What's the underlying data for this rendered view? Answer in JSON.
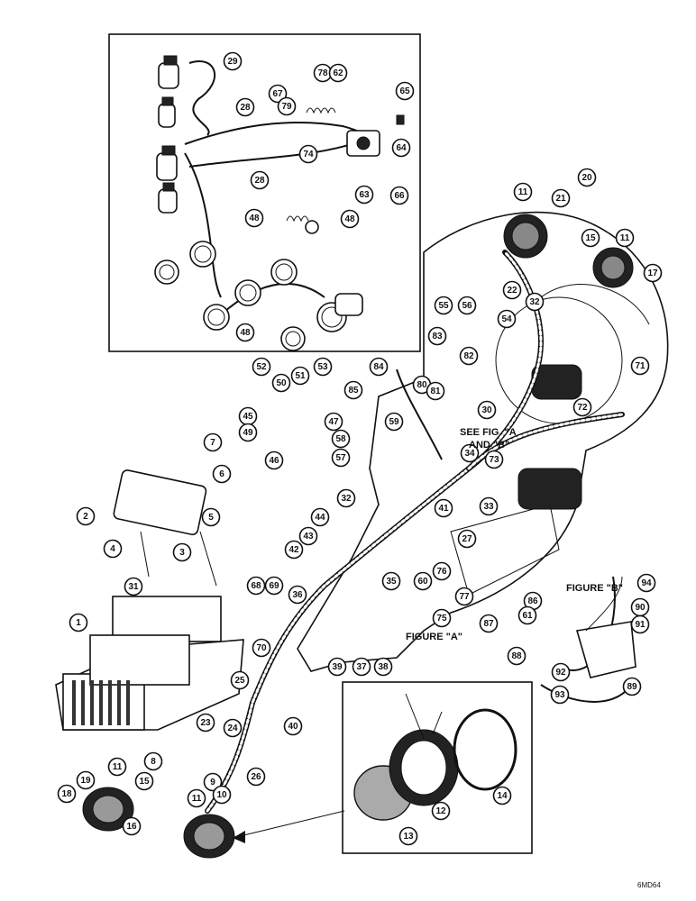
{
  "figure_labels": {
    "see_fig_line1": "SEE FIG. \"A",
    "see_fig_line2": "AND \"B\"",
    "figure_a": "FIGURE \"A\"",
    "figure_b": "FIGURE \"B\"",
    "catalog_number": "6MD64"
  },
  "callouts": [
    "29",
    "78",
    "62",
    "65",
    "67",
    "79",
    "28",
    "64",
    "74",
    "63",
    "66",
    "28",
    "48",
    "48",
    "48",
    "11",
    "20",
    "21",
    "11",
    "15",
    "17",
    "22",
    "32",
    "55",
    "56",
    "54",
    "71",
    "84",
    "83",
    "82",
    "52",
    "50",
    "51",
    "53",
    "85",
    "80",
    "81",
    "30",
    "72",
    "45",
    "49",
    "47",
    "46",
    "59",
    "58",
    "57",
    "34",
    "73",
    "7",
    "6",
    "2",
    "5",
    "32",
    "44",
    "43",
    "42",
    "41",
    "33",
    "27",
    "4",
    "3",
    "31",
    "68",
    "69",
    "36",
    "35",
    "76",
    "60",
    "77",
    "75",
    "94",
    "86",
    "90",
    "61",
    "87",
    "91",
    "1",
    "70",
    "39",
    "37",
    "38",
    "88",
    "25",
    "89",
    "92",
    "93",
    "23",
    "24",
    "40",
    "8",
    "9",
    "10",
    "26",
    "11",
    "19",
    "15",
    "18",
    "16",
    "11",
    "12",
    "14",
    "13"
  ]
}
